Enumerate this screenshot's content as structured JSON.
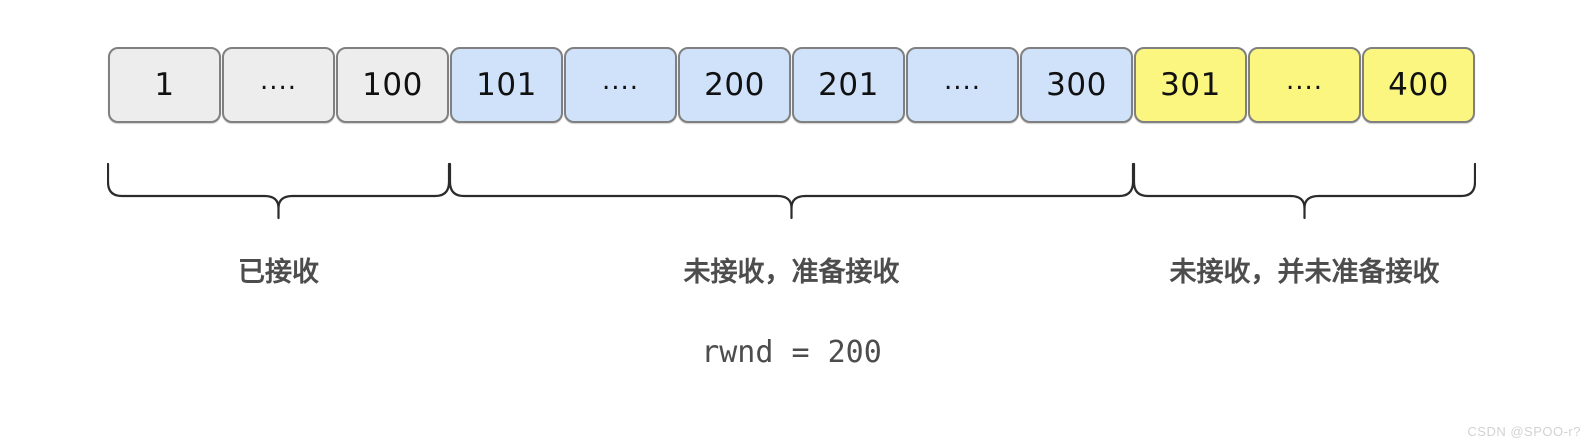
{
  "diagram": {
    "title": "TCP receive window (rwnd) segmented byte ranges",
    "colors": {
      "received_fill": "#ededed",
      "ready_fill": "#cfe2fa",
      "not_ready_fill": "#fbf680",
      "cell_border": "#808080",
      "brace_stroke": "#2b2b2b",
      "label_text": "#4d4d4d",
      "cell_text": "#111111",
      "watermark_text": "#d2d2d2",
      "background": "#ffffff"
    },
    "cells": [
      {
        "label": "1",
        "state": "received",
        "kind": "value"
      },
      {
        "label": "....",
        "state": "received",
        "kind": "ellipsis"
      },
      {
        "label": "100",
        "state": "received",
        "kind": "value"
      },
      {
        "label": "101",
        "state": "ready",
        "kind": "value"
      },
      {
        "label": "....",
        "state": "ready",
        "kind": "ellipsis"
      },
      {
        "label": "200",
        "state": "ready",
        "kind": "value"
      },
      {
        "label": "201",
        "state": "ready",
        "kind": "value"
      },
      {
        "label": "....",
        "state": "ready",
        "kind": "ellipsis"
      },
      {
        "label": "300",
        "state": "ready",
        "kind": "value"
      },
      {
        "label": "301",
        "state": "not-ready",
        "kind": "value"
      },
      {
        "label": "....",
        "state": "not-ready",
        "kind": "ellipsis"
      },
      {
        "label": "400",
        "state": "not-ready",
        "kind": "value"
      }
    ],
    "groups": [
      {
        "name": "received",
        "label": "已接收",
        "cell_start": 0,
        "cell_count": 3
      },
      {
        "name": "ready",
        "label": "未接收，准备接收",
        "cell_start": 3,
        "cell_count": 6
      },
      {
        "name": "not-ready",
        "label": "未接收，并未准备接收",
        "cell_start": 9,
        "cell_count": 3
      }
    ],
    "annotation": {
      "rwnd_text": "rwnd = 200",
      "rwnd_value": 200
    },
    "watermark": "CSDN @SPOO-r?"
  }
}
